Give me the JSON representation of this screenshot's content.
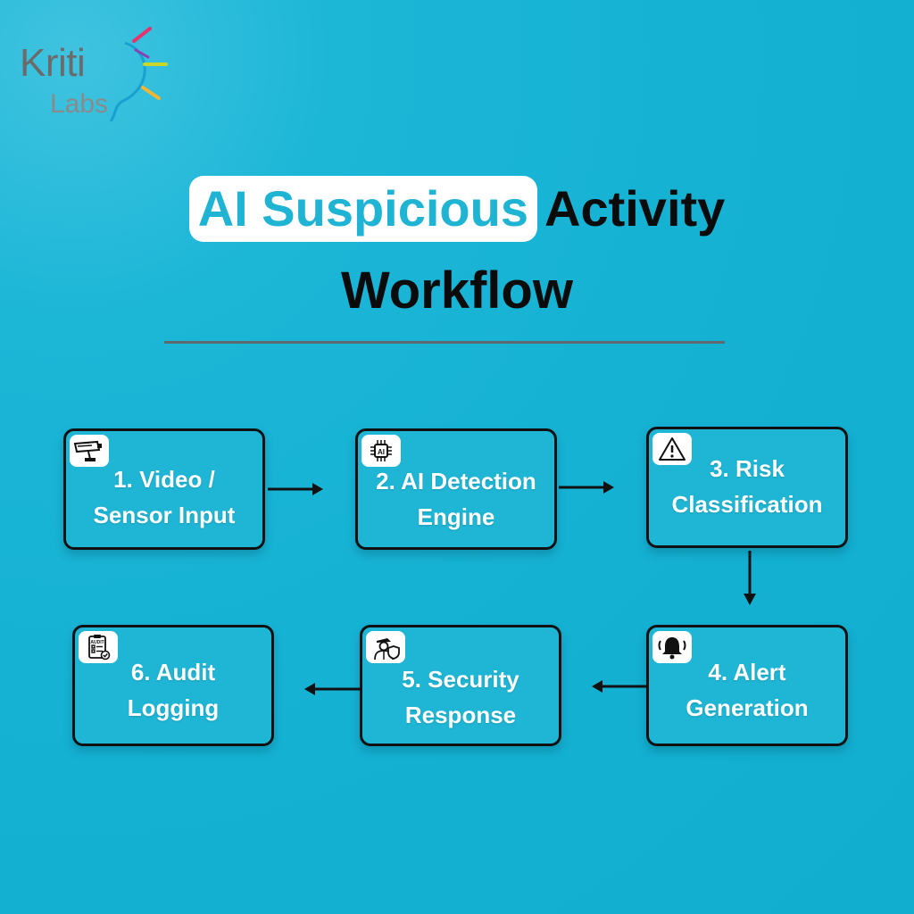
{
  "logo": {
    "line1": "Kriti",
    "line2": "Labs"
  },
  "title": {
    "highlight": "AI Suspicious",
    "rest": "Activity",
    "line2": "Workflow"
  },
  "steps": [
    {
      "label": "1. Video /\nSensor Input",
      "icon": "cctv-camera-icon"
    },
    {
      "label": "2. AI Detection\nEngine",
      "icon": "ai-chip-icon"
    },
    {
      "label": "3. Risk\nClassification",
      "icon": "warning-triangle-icon"
    },
    {
      "label": "4. Alert\nGeneration",
      "icon": "alarm-bell-icon"
    },
    {
      "label": "5. Security\nResponse",
      "icon": "security-guard-icon"
    },
    {
      "label": "6. Audit\nLogging",
      "icon": "audit-clipboard-icon"
    }
  ],
  "colors": {
    "background": "#14b1d3",
    "box_fill": "#1fb6d6",
    "highlight_text": "#1fb3d4"
  }
}
